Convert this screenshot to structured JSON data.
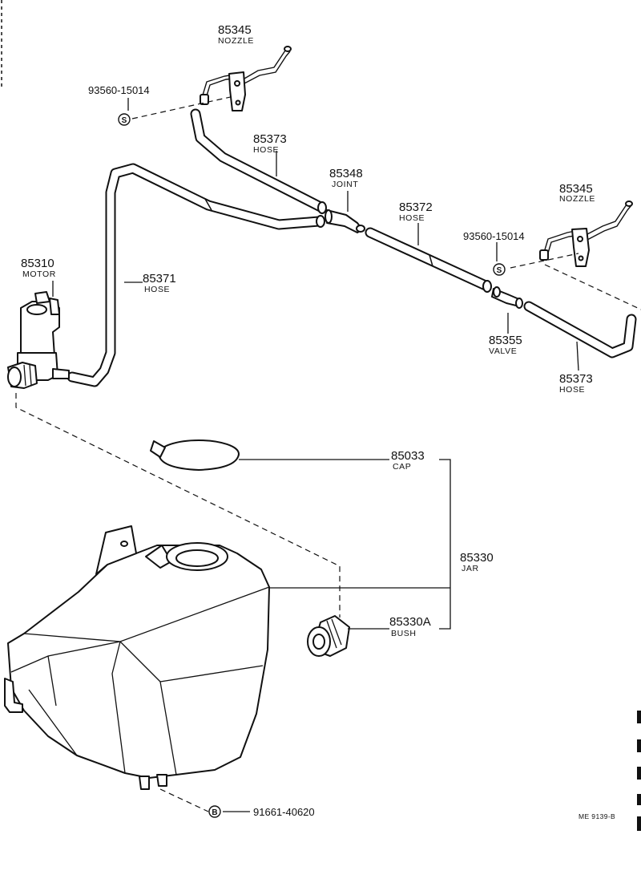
{
  "callouts": {
    "nozzle_left": {
      "number": "85345",
      "name": "NOZZLE"
    },
    "screw_left": {
      "number": "93560-15014",
      "symbol": "S"
    },
    "hose_85373_upper": {
      "number": "85373",
      "name": "HOSE"
    },
    "joint": {
      "number": "85348",
      "name": "JOINT"
    },
    "hose_85372": {
      "number": "85372",
      "name": "HOSE"
    },
    "nozzle_right": {
      "number": "85345",
      "name": "NOZZLE"
    },
    "screw_right": {
      "number": "93560-15014",
      "symbol": "S"
    },
    "motor": {
      "number": "85310",
      "name": "MOTOR"
    },
    "hose_85371": {
      "number": "85371",
      "name": "HOSE"
    },
    "valve": {
      "number": "85355",
      "name": "VALVE"
    },
    "hose_85373_lower": {
      "number": "85373",
      "name": "HOSE"
    },
    "cap": {
      "number": "85033",
      "name": "CAP"
    },
    "jar": {
      "number": "85330",
      "name": "JAR"
    },
    "bush": {
      "number": "85330A",
      "name": "BUSH"
    },
    "bolt": {
      "number": "91661-40620",
      "symbol": "B"
    }
  },
  "reference_code": "ME 9139-B"
}
